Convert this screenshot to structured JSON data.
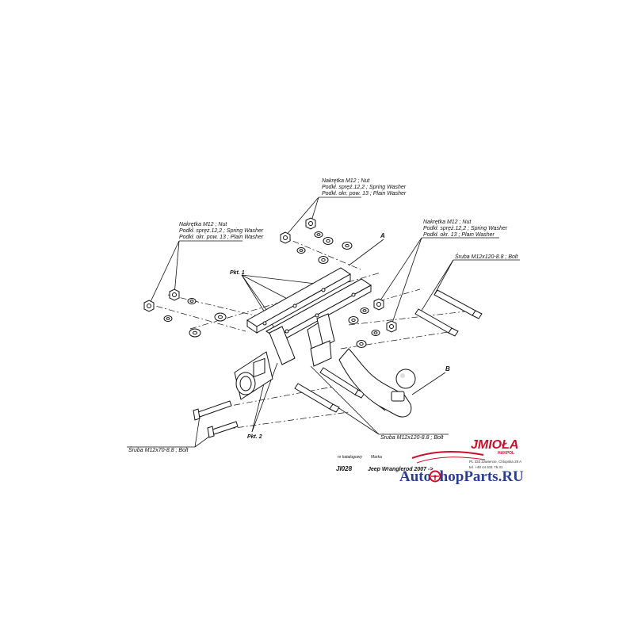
{
  "callouts": {
    "nut_group_top": [
      "Nakrętka  M12 ; Nut",
      "Podkł. spręż.12,2 ; Spring Washer",
      "Podkł. okr. pow. 13 ; Plain Washer"
    ],
    "nut_group_left": [
      "Nakrętka  M12 ; Nut",
      "Podkł. spręż.12,2 ; Spring Washer",
      "Podkł. okr. pow. 13 ; Plain Washer"
    ],
    "nut_group_right": [
      "Nakrętka  M12 ; Nut",
      "Podkł. spręż.12,2 ; Spring Washer",
      "Podkł. okr. 13 ; Plain Washer"
    ],
    "bolt_right": "Śruba M12x120-8.8 ;  Bolt",
    "bolt_center": "Śruba M12x120-8.8 ;  Bolt",
    "bolt_left": "Śruba M12x70-8.8 ;  Bolt",
    "label_a": "A",
    "label_b": "B",
    "pkt1": "Pkt. 1",
    "pkt2": "Pkt. 2"
  },
  "title_block": {
    "nr_label": "nr katalogowy",
    "marka_label": "Marka",
    "catalog_no": "JI028",
    "vehicle": "Jeep Wrangler",
    "from": "od  2007 ->"
  },
  "brand": {
    "name": "JMIOŁA",
    "sub": "HAKPOL",
    "address_1": "PL 333 Zawiercie, Chlopska 29 A",
    "address_2": "tel. +48 44 631 75 31",
    "accent": "#c8102e"
  },
  "watermark": "AutoShopParts.RU"
}
